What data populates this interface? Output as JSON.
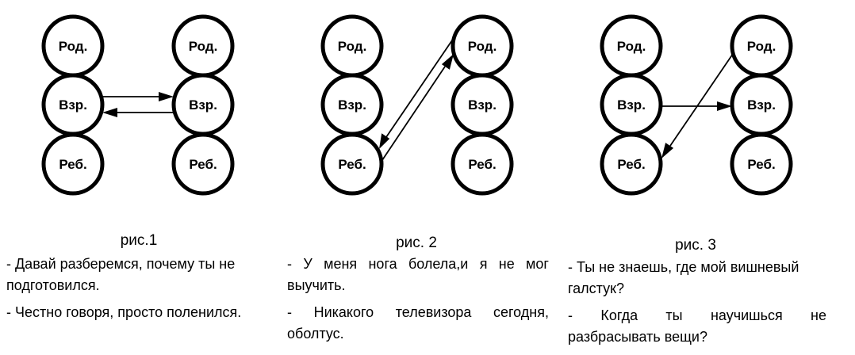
{
  "figures": [
    {
      "caption": "рис.1",
      "left": [
        "Род.",
        "Взр.",
        "Реб."
      ],
      "right": [
        "Род.",
        "Взр.",
        "Реб."
      ],
      "dialogue": [
        [
          "- Давай разберемся, почему ты не",
          "подготовился."
        ],
        [
          "- Честно говоря, просто поленился."
        ]
      ]
    },
    {
      "caption": "рис. 2",
      "left": [
        "Род.",
        "Взр.",
        "Реб."
      ],
      "right": [
        "Род.",
        "Взр.",
        "Реб."
      ],
      "dialogue": [
        [
          "- У меня нога болела,и я не мог",
          "выучить."
        ],
        [
          "- Никакого телевизора сегодня,",
          "оболтус."
        ]
      ]
    },
    {
      "caption": "рис. 3",
      "left": [
        "Род.",
        "Взр.",
        "Реб."
      ],
      "right": [
        "Род.",
        "Взр.",
        "Реб."
      ],
      "dialogue": [
        [
          "- Ты не знаешь, где мой вишневый",
          "галстук?"
        ],
        [
          "- Когда ты научишься не",
          "разбрасывать вещи?"
        ]
      ]
    }
  ]
}
